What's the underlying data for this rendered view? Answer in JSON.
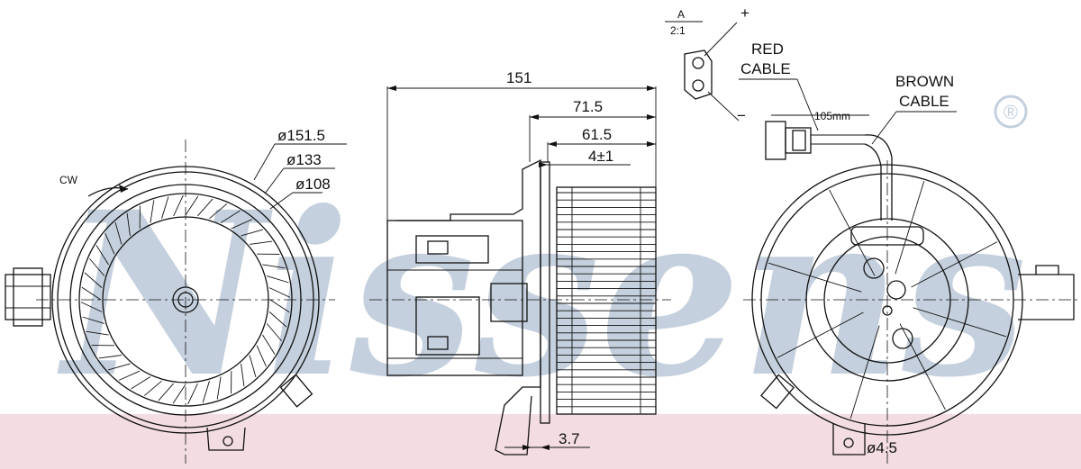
{
  "watermark": {
    "brand": "Nissens",
    "registered_mark": "®",
    "band_color": "#f3dde2",
    "letter_color": "#c4d0dd"
  },
  "front_view": {
    "rotation_label": "CW",
    "diameters": [
      "ø151.5",
      "ø133",
      "ø108"
    ]
  },
  "side_view": {
    "dimensions": {
      "overall_length": "151",
      "wheel_length": "71.5",
      "blade_length": "61.5",
      "hub_offset": "4±1",
      "flange_thickness": "3.7"
    }
  },
  "connector_detail": {
    "detail_id": "A",
    "scale": "2:1",
    "positive_terminal": "+",
    "negative_terminal": "−",
    "red_cable": [
      "RED",
      "CABLE"
    ],
    "brown_cable": [
      "BROWN",
      "CABLE"
    ],
    "cable_length": "105mm"
  },
  "rear_view": {
    "mount_hole_diameter": "ø4.5"
  }
}
